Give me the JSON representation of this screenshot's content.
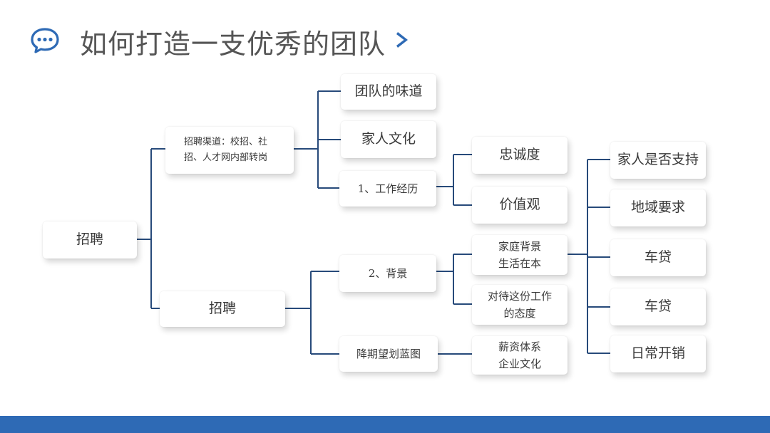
{
  "header": {
    "title": "如何打造一支优秀的团队",
    "icon_left": "chat-bubble-icon",
    "icon_right": "chevron-right-icon"
  },
  "colors": {
    "accent": "#2e6ab5",
    "connector": "#274a7a",
    "node_text": "#3a3a3a",
    "title_text": "#555555"
  },
  "nodes": {
    "root": "招聘",
    "channels_line1": "招聘渠道：校招、社",
    "channels_line2": "招、人才网内部转岗",
    "recruit2": "招聘",
    "team_taste": "团队的味道",
    "family_culture": "家人文化",
    "work_experience": "1、工作经历",
    "background": "2、背景",
    "lower_expectation": "降期望划蓝图",
    "loyalty": "忠诚度",
    "values": "价值观",
    "family_bg_line1": "家庭背景",
    "family_bg_line2": "生活在本",
    "attitude_line1": "对待这份工作",
    "attitude_line2": "的态度",
    "salary_line1": "薪资体系",
    "salary_line2": "企业文化",
    "family_support": "家人是否支持",
    "region": "地域要求",
    "car_loan_1": "车贷",
    "car_loan_2": "车贷",
    "daily_expense": "日常开销"
  }
}
